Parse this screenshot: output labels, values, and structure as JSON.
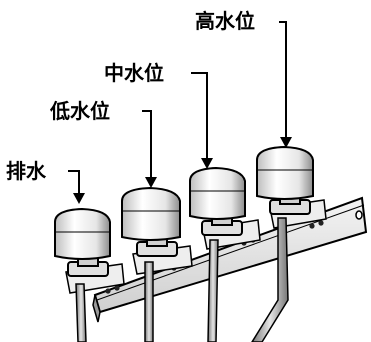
{
  "diagram": {
    "labels": {
      "drain": "排水",
      "low": "低水位",
      "mid": "中水位",
      "high": "高水位"
    }
  }
}
